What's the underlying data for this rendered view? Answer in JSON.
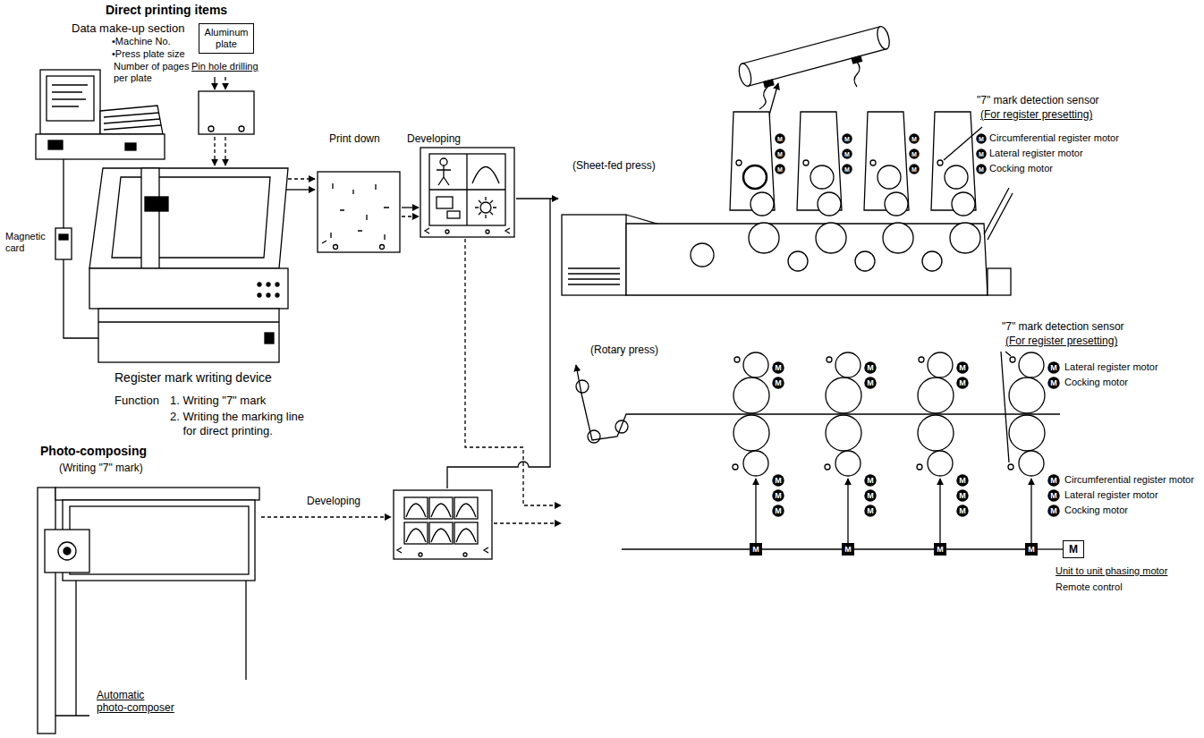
{
  "diagram": {
    "nodes": [
      {
        "text": [
          "Aluminum plate"
        ]
      },
      {
        "text": [
          "M"
        ]
      },
      {
        "text": [
          "M"
        ]
      },
      {
        "text": [
          "M"
        ]
      },
      {
        "text": [
          "M"
        ]
      },
      {
        "text": [
          "M"
        ]
      },
      {
        "text": [
          "M"
        ]
      },
      {
        "text": [
          "M"
        ]
      },
      {
        "text": [
          "M"
        ]
      },
      {
        "text": [
          "M"
        ]
      },
      {
        "text": [
          "M"
        ]
      },
      {
        "text": [
          "M"
        ]
      },
      {
        "text": [
          "M"
        ]
      },
      {
        "text": [
          "M"
        ]
      },
      {
        "text": [
          "M"
        ]
      },
      {
        "text": [
          "M"
        ]
      },
      {
        "text": [
          "M"
        ]
      },
      {
        "text": [
          "M"
        ]
      },
      {
        "text": [
          "M"
        ]
      },
      {
        "text": [
          "M"
        ]
      },
      {
        "text": [
          "M"
        ]
      },
      {
        "text": [
          "M"
        ]
      },
      {
        "text": [
          "M"
        ]
      },
      {
        "text": [
          "M"
        ]
      },
      {
        "text": [
          "M"
        ]
      },
      {
        "text": [
          "M"
        ]
      },
      {
        "text": [
          "M"
        ]
      },
      {
        "text": [
          "M"
        ]
      },
      {
        "text": [
          "M"
        ]
      },
      {
        "text": [
          "M"
        ]
      },
      {
        "text": [
          "M"
        ]
      },
      {
        "text": [
          "M"
        ]
      },
      {
        "text": [
          "M"
        ]
      },
      {
        "text": [
          "M"
        ]
      },
      {
        "text": [
          "M"
        ]
      },
      {
        "text": [
          "M"
        ]
      },
      {
        "text": [
          "M"
        ]
      },
      {
        "text": [
          "M"
        ]
      }
    ],
    "edges": [
      {
        "from": 33,
        "to": 34,
        "arrow": "none"
      },
      {
        "from": 34,
        "to": 35,
        "arrow": "none"
      },
      {
        "from": 35,
        "to": 36,
        "arrow": "none"
      },
      {
        "from": 36,
        "to": 37,
        "arrow": "none"
      }
    ],
    "labels": [
      "Direct printing items",
      "Data make-up section",
      "•Machine No.",
      "•Press plate size",
      "Number of pages per plate",
      "Pin hole drilling",
      "Magnetic card",
      "Print down",
      "Developing",
      "Register mark writing device",
      "Function",
      "1. Writing \"7\" mark",
      "2. Writing the marking line for direct printing.",
      "(Sheet-fed press)",
      "\"7\" mark detection sensor",
      "(For register presetting)",
      "Circumferential register motor",
      "Lateral register motor",
      "Cocking motor",
      "Photo-composing",
      "(Writing \"7\" mark)",
      "Developing",
      "Automatic photo-composer",
      "(Rotary press)",
      "\"7\" mark detection sensor",
      "(For register presetting)",
      "Lateral register motor",
      "Cocking motor",
      "Circumferential register motor",
      "Lateral register motor",
      "Cocking motor",
      "Unit to unit phasing motor",
      "Remote control"
    ]
  }
}
